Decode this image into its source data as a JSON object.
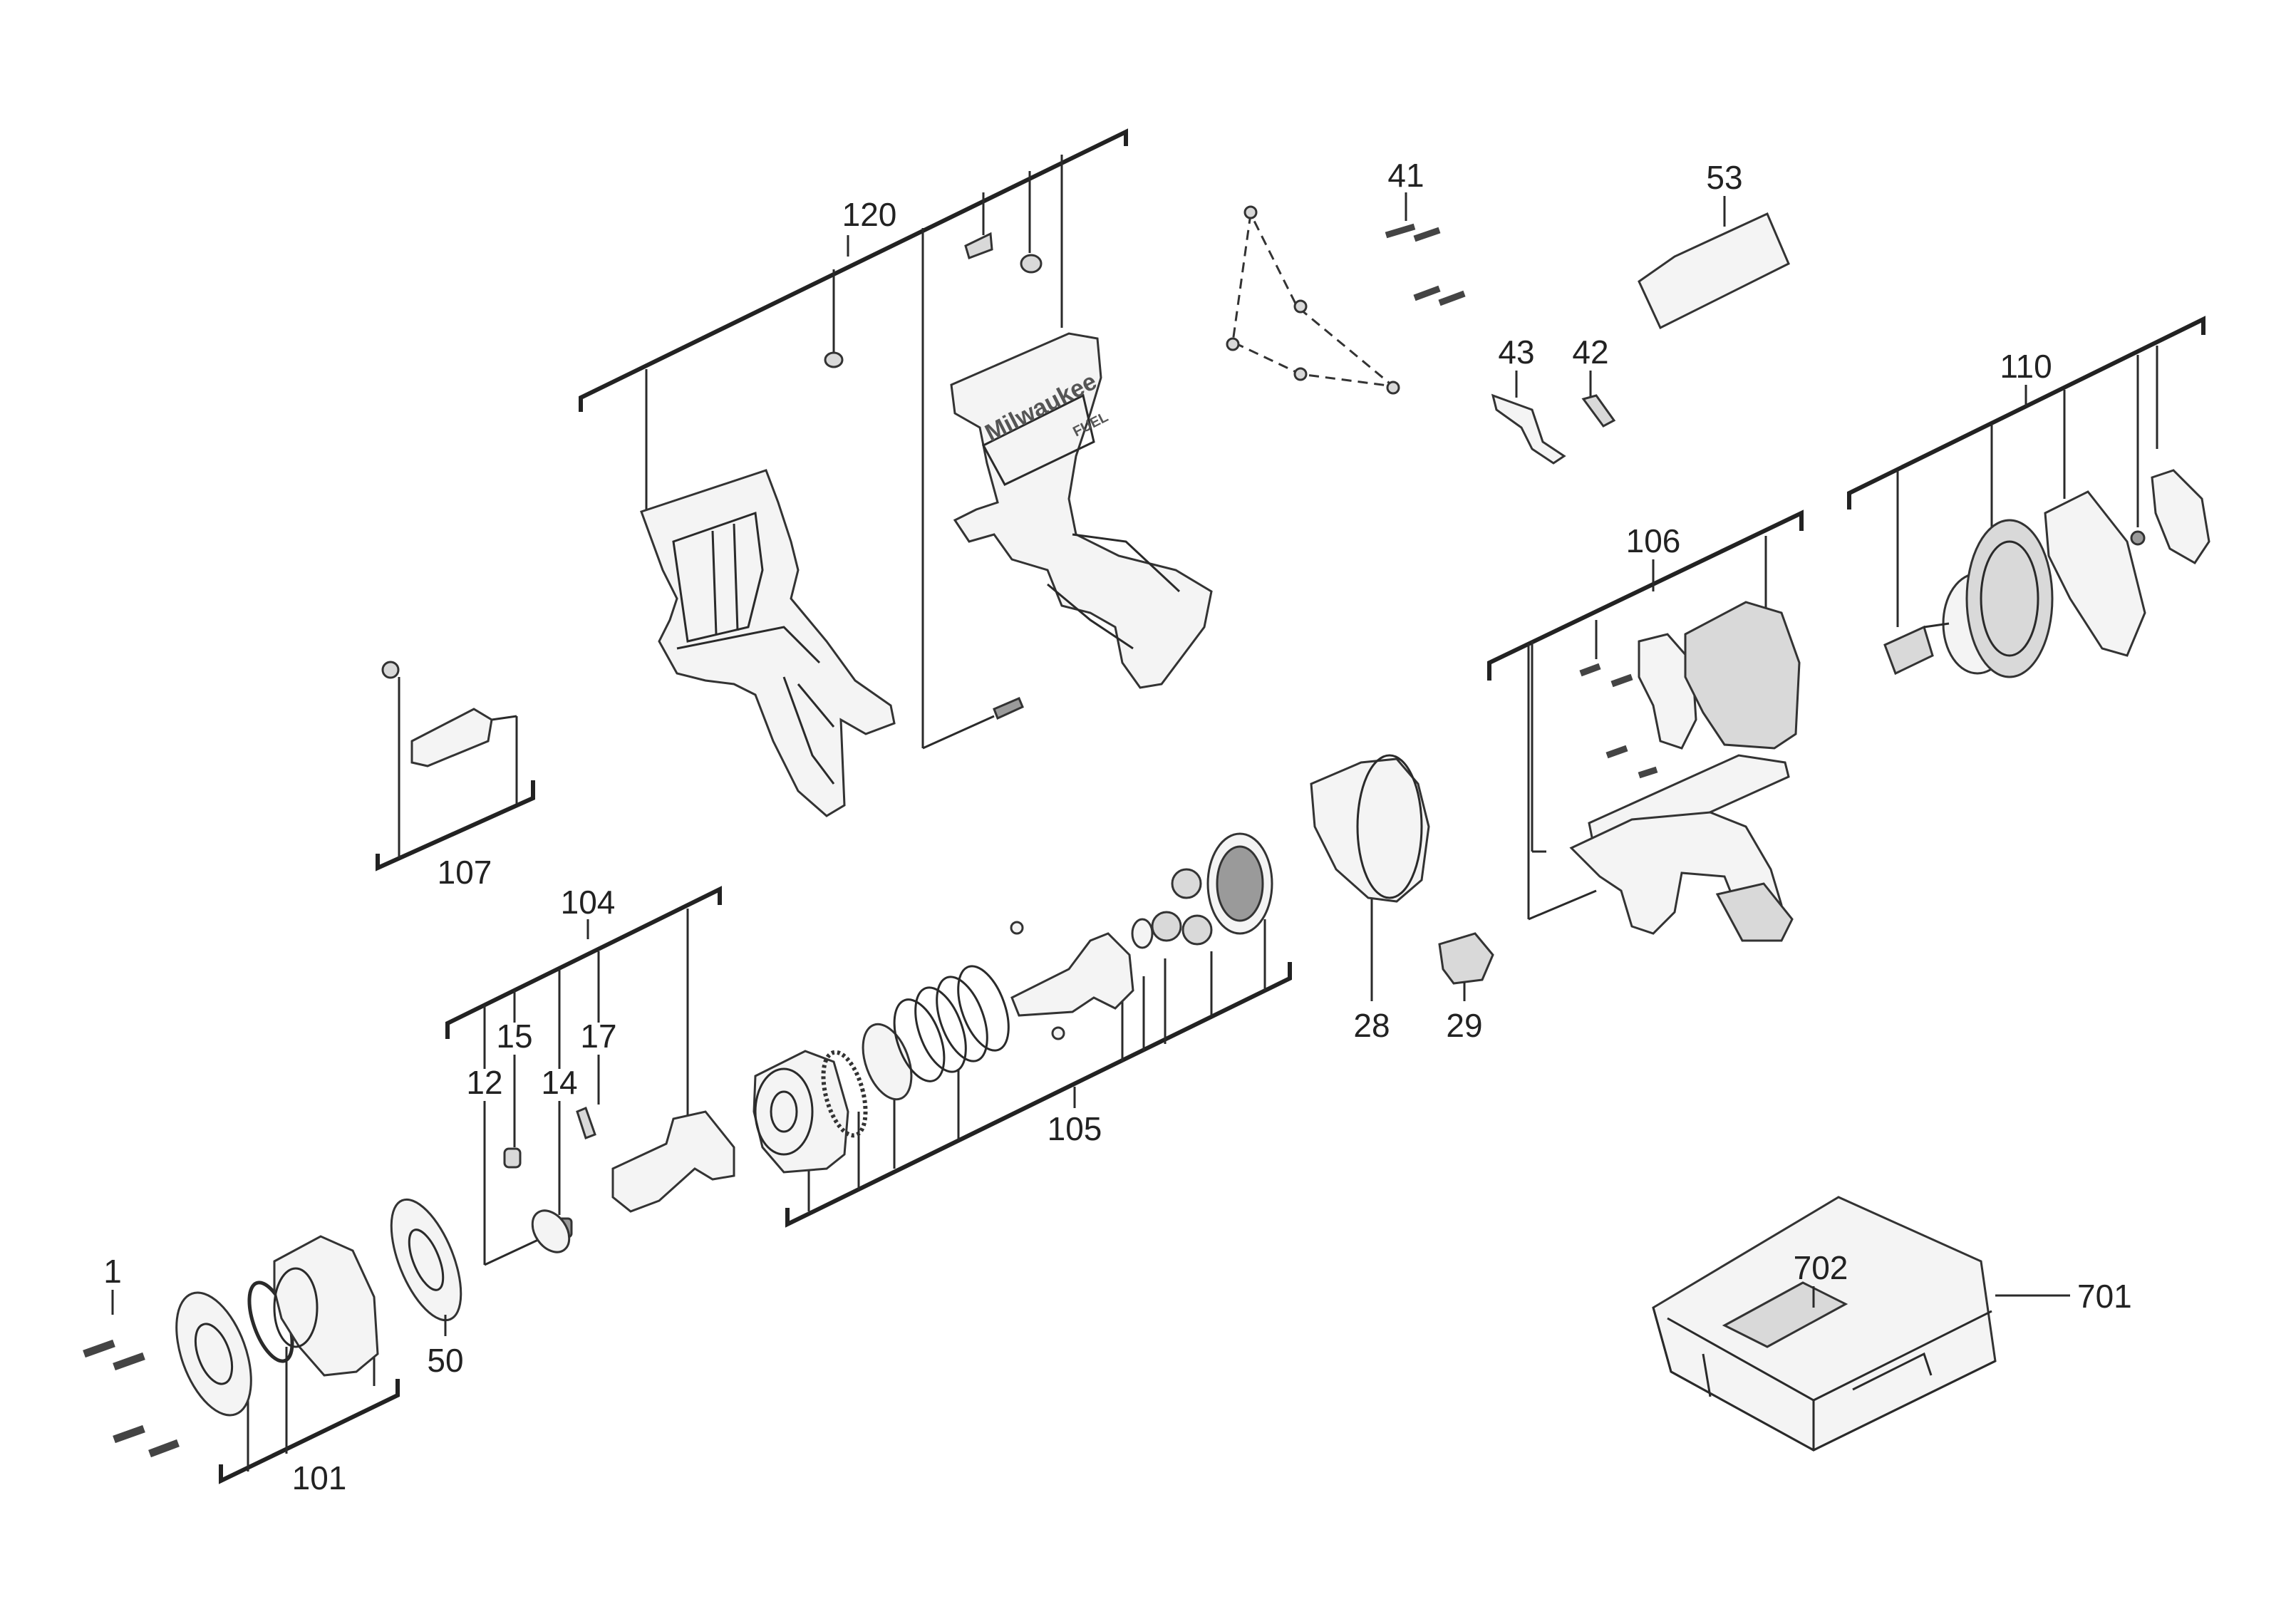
{
  "diagram": {
    "callouts": [
      {
        "id": "c1",
        "label": "1"
      },
      {
        "id": "c12",
        "label": "12"
      },
      {
        "id": "c14",
        "label": "14"
      },
      {
        "id": "c15",
        "label": "15"
      },
      {
        "id": "c17",
        "label": "17"
      },
      {
        "id": "c28",
        "label": "28"
      },
      {
        "id": "c29",
        "label": "29"
      },
      {
        "id": "c41",
        "label": "41"
      },
      {
        "id": "c42",
        "label": "42"
      },
      {
        "id": "c43",
        "label": "43"
      },
      {
        "id": "c50",
        "label": "50"
      },
      {
        "id": "c53",
        "label": "53"
      },
      {
        "id": "c101",
        "label": "101"
      },
      {
        "id": "c104",
        "label": "104"
      },
      {
        "id": "c105",
        "label": "105"
      },
      {
        "id": "c106",
        "label": "106"
      },
      {
        "id": "c107",
        "label": "107"
      },
      {
        "id": "c110",
        "label": "110"
      },
      {
        "id": "c120",
        "label": "120"
      },
      {
        "id": "c701",
        "label": "701"
      },
      {
        "id": "c702",
        "label": "702"
      }
    ],
    "housing_brand": "Milwaukee",
    "housing_series": "FUEL"
  }
}
